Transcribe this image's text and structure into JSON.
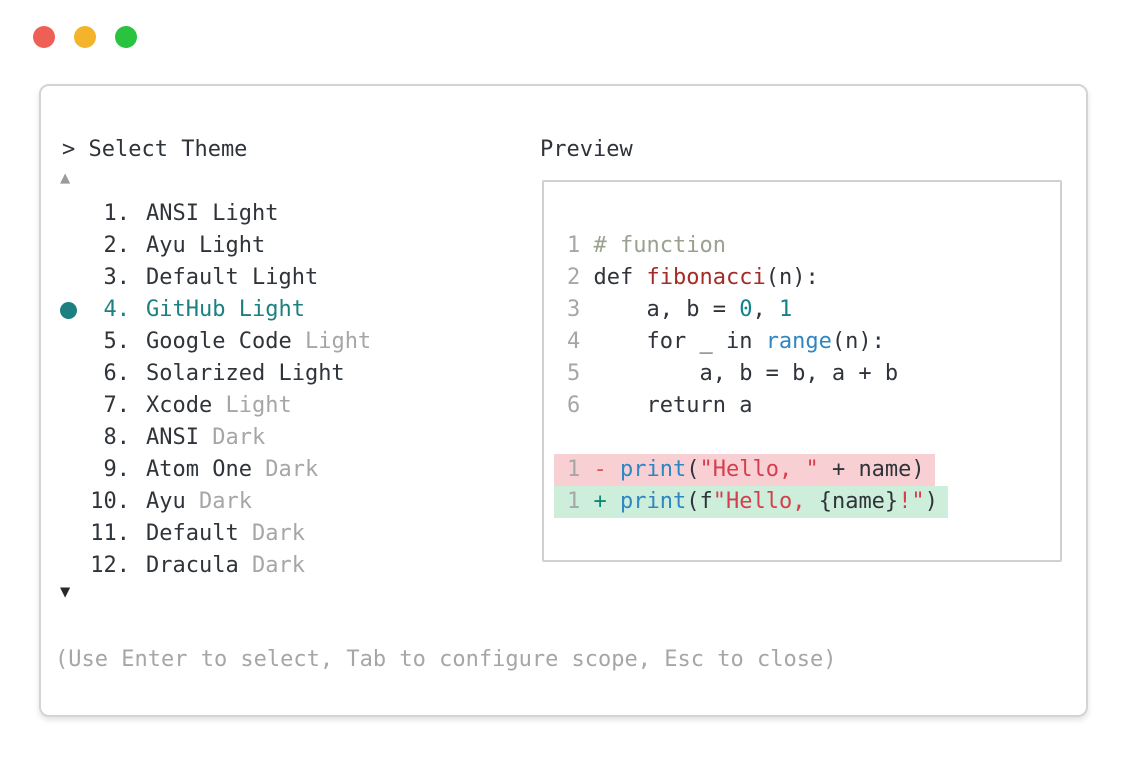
{
  "window": {
    "traffic_lights": [
      {
        "name": "close",
        "color": "#ee6055"
      },
      {
        "name": "minimize",
        "color": "#f3b32b"
      },
      {
        "name": "zoom",
        "color": "#29c340"
      }
    ]
  },
  "panel": {
    "title": "> Select Theme",
    "scroll_up_icon": "▲",
    "scroll_down_icon": "▼",
    "themes": [
      {
        "num": "1.",
        "name": "ANSI",
        "suffix": "Light",
        "suffix_dim": false,
        "selected": false
      },
      {
        "num": "2.",
        "name": "Ayu",
        "suffix": "Light",
        "suffix_dim": false,
        "selected": false
      },
      {
        "num": "3.",
        "name": "Default",
        "suffix": "Light",
        "suffix_dim": false,
        "selected": false
      },
      {
        "num": "4.",
        "name": "GitHub",
        "suffix": "Light",
        "suffix_dim": false,
        "selected": true
      },
      {
        "num": "5.",
        "name": "Google Code",
        "suffix": "Light",
        "suffix_dim": true,
        "selected": false
      },
      {
        "num": "6.",
        "name": "Solarized",
        "suffix": "Light",
        "suffix_dim": false,
        "selected": false
      },
      {
        "num": "7.",
        "name": "Xcode",
        "suffix": "Light",
        "suffix_dim": true,
        "selected": false
      },
      {
        "num": "8.",
        "name": "ANSI",
        "suffix": "Dark",
        "suffix_dim": true,
        "selected": false
      },
      {
        "num": "9.",
        "name": "Atom One",
        "suffix": "Dark",
        "suffix_dim": true,
        "selected": false
      },
      {
        "num": "10.",
        "name": "Ayu",
        "suffix": "Dark",
        "suffix_dim": true,
        "selected": false
      },
      {
        "num": "11.",
        "name": "Default",
        "suffix": "Dark",
        "suffix_dim": true,
        "selected": false
      },
      {
        "num": "12.",
        "name": "Dracula",
        "suffix": "Dark",
        "suffix_dim": true,
        "selected": false
      }
    ],
    "help": "(Use Enter to select, Tab to configure scope, Esc to close)"
  },
  "preview": {
    "title": "Preview",
    "lines": [
      {
        "ln": "1",
        "tokens": [
          [
            "c",
            "# function"
          ]
        ]
      },
      {
        "ln": "2",
        "tokens": [
          [
            "t",
            "def "
          ],
          [
            "fn",
            "fibonacci"
          ],
          [
            "t",
            "(n):"
          ]
        ]
      },
      {
        "ln": "3",
        "tokens": [
          [
            "t",
            "    a, b = "
          ],
          [
            "n",
            "0"
          ],
          [
            "t",
            ", "
          ],
          [
            "n",
            "1"
          ]
        ]
      },
      {
        "ln": "4",
        "tokens": [
          [
            "t",
            "    for _ in "
          ],
          [
            "b",
            "range"
          ],
          [
            "t",
            "(n):"
          ]
        ]
      },
      {
        "ln": "5",
        "tokens": [
          [
            "t",
            "        a, b = b, a + b"
          ]
        ]
      },
      {
        "ln": "6",
        "tokens": [
          [
            "t",
            "    return a"
          ]
        ]
      },
      {
        "blank": true
      },
      {
        "ln": "1",
        "diff": "del",
        "tokens": [
          [
            "d",
            "- "
          ],
          [
            "b",
            "print"
          ],
          [
            "t",
            "("
          ],
          [
            "s",
            "\"Hello, \""
          ],
          [
            "t",
            " + name)"
          ]
        ]
      },
      {
        "ln": "1",
        "diff": "add",
        "tokens": [
          [
            "a",
            "+ "
          ],
          [
            "b",
            "print"
          ],
          [
            "t",
            "(f"
          ],
          [
            "s",
            "\"Hello, "
          ],
          [
            "t",
            "{name}"
          ],
          [
            "s",
            "!\""
          ],
          [
            "t",
            ")"
          ]
        ]
      }
    ]
  },
  "colors": {
    "selected": "#1c8080",
    "text": "#2f343a",
    "dim": "#a6a6a6",
    "comment": "#9aa18f",
    "function_red": "#a32c27",
    "string_red": "#d63d4d",
    "blue": "#2e86c3",
    "number_teal": "#13818c",
    "del_red": "#d95757",
    "add_green": "#0e8a74",
    "del_bg": "#f8d0d4",
    "add_bg": "#cdeeda"
  }
}
